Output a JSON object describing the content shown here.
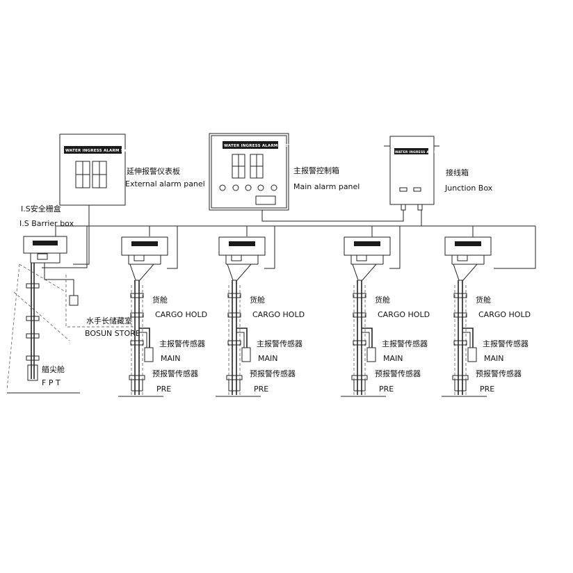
{
  "diagram": {
    "panels": [
      {
        "id": "external",
        "tag": "WATER INGRESS ALARM SYSTEM",
        "label_cn": "延伸报警仪表板",
        "label_en": "External alarm panel"
      },
      {
        "id": "main",
        "tag": "WATER INGRESS ALARM SYSTEM",
        "label_cn": "主报警控制箱",
        "label_en": "Main alarm panel"
      },
      {
        "id": "junction",
        "tag": "WATER INGRESS ALARM SYSTEM",
        "label_cn": "接线箱",
        "label_en": "Junction Box"
      }
    ],
    "barrier_box": {
      "label_cn": "I.S安全栅盒",
      "label_en": "I.S Barrier box"
    },
    "bosun_store": {
      "label_cn": "水手长储藏室",
      "label_en": "BOSUN STORE"
    },
    "fpt": {
      "label_cn": "艏尖舱",
      "label_en": "F P T"
    },
    "cargo_holds": [
      {
        "label_cn": "货舱",
        "label_en": "CARGO HOLD",
        "main_cn": "主报警传感器",
        "main_en": "MAIN",
        "pre_cn": "预报警传感器",
        "pre_en": "PRE"
      },
      {
        "label_cn": "货舱",
        "label_en": "CARGO HOLD",
        "main_cn": "主报警传感器",
        "main_en": "MAIN",
        "pre_cn": "预报警传感器",
        "pre_en": "PRE"
      },
      {
        "label_cn": "货舱",
        "label_en": "CARGO HOLD",
        "main_cn": "主报警传感器",
        "main_en": "MAIN",
        "pre_cn": "预报警传感器",
        "pre_en": "PRE"
      },
      {
        "label_cn": "货舱",
        "label_en": "CARGO HOLD",
        "main_cn": "主报警传感器",
        "main_en": "MAIN",
        "pre_cn": "预报警传感器",
        "pre_en": "PRE"
      }
    ],
    "colors": {
      "line": "#222222",
      "background": "#ffffff"
    }
  }
}
